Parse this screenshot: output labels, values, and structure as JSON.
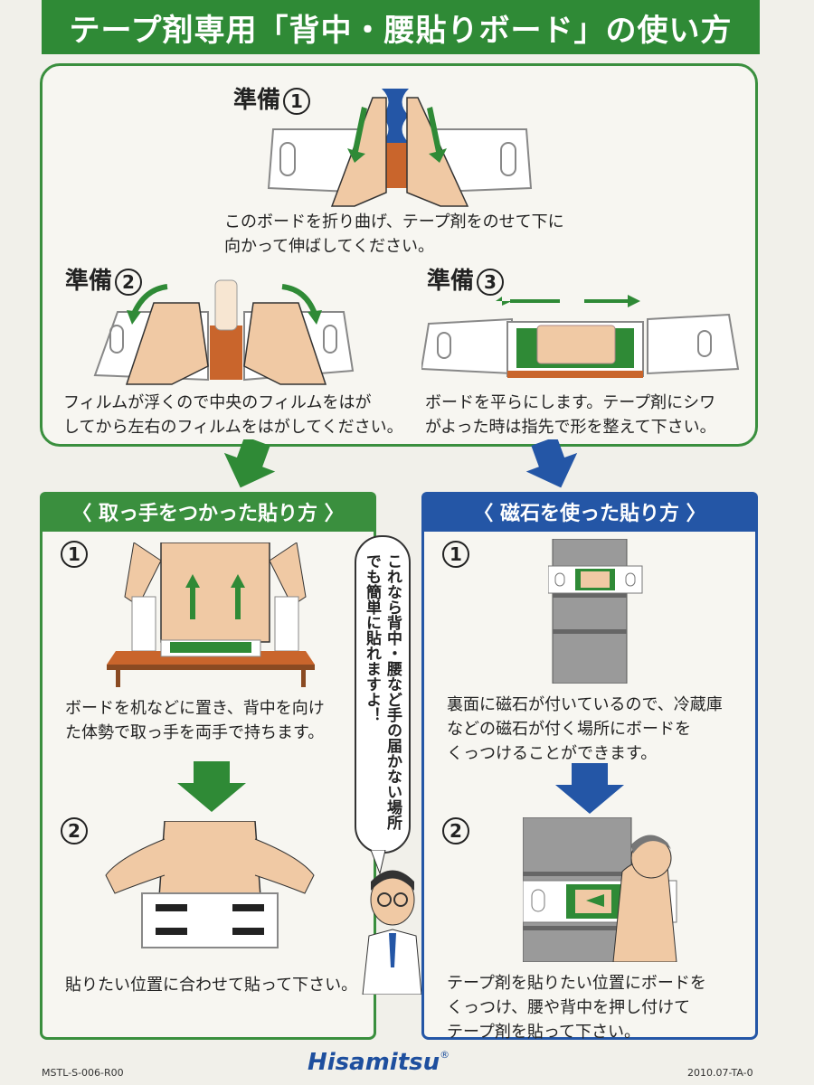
{
  "title": "テープ剤専用「背中・腰貼りボード」の使い方",
  "prep": [
    {
      "label": "準備",
      "num": "1",
      "text_lines": [
        "このボードを折り曲げ、テープ剤をのせて下に",
        "向かって伸ばしてください。"
      ]
    },
    {
      "label": "準備",
      "num": "2",
      "text_lines": [
        "フィルムが浮くので中央のフィルムをはが",
        "してから左右のフィルムをはがしてください。"
      ]
    },
    {
      "label": "準備",
      "num": "3",
      "text_lines": [
        "ボードを平らにします。テープ剤にシワ",
        "がよった時は指先で形を整えて下さい。"
      ]
    }
  ],
  "left_panel": {
    "header": "〈 取っ手をつかった貼り方 〉",
    "steps": [
      {
        "num": "1",
        "text_lines": [
          "ボードを机などに置き、背中を向け",
          "た体勢で取っ手を両手で持ちます。"
        ]
      },
      {
        "num": "2",
        "text_lines": [
          "貼りたい位置に合わせて貼って下さい。"
        ]
      }
    ]
  },
  "right_panel": {
    "header": "〈 磁石を使った貼り方 〉",
    "steps": [
      {
        "num": "1",
        "text_lines": [
          "裏面に磁石が付いているので、冷蔵庫",
          "などの磁石が付く場所にボードを",
          "くっつけることができます。"
        ]
      },
      {
        "num": "2",
        "text_lines": [
          "テープ剤を貼りたい位置にボードを",
          "くっつけ、腰や背中を押し付けて",
          "テープ剤を貼って下さい。"
        ]
      }
    ]
  },
  "bubble_text": "これなら背中・腰など手の届かない場所でも簡単に貼れますよ！",
  "footer": {
    "left_code": "MSTL-S-006-R00",
    "brand": "Hisamitsu",
    "brand_mark": "®",
    "right_code": "2010.07-TA-0"
  },
  "colors": {
    "green": "#3a8f3e",
    "blue": "#2456a6",
    "skin": "#f0c9a4",
    "tape_green": "#2f8a36",
    "board_edge": "#c9652c"
  }
}
